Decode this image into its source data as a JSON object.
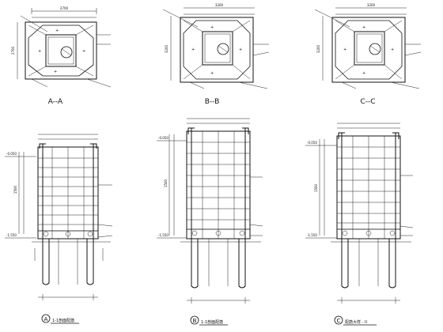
{
  "sections": [
    {
      "id": "A",
      "section_title": "A--A",
      "top_dim": "2700",
      "left_dim": "2700",
      "elevation_label": "1-1剖面配筋",
      "circle_letter": "A",
      "elev_top": "-0.050",
      "elev_bottom": "-1.550",
      "height_dim": "1500"
    },
    {
      "id": "B",
      "section_title": "B--B",
      "top_dim": "3200",
      "left_dim": "3200",
      "elevation_label": "1-1剖面配筋",
      "circle_letter": "B",
      "elev_top": "-0.050",
      "elev_bottom": "-1.550",
      "height_dim": "1500"
    },
    {
      "id": "C",
      "section_title": "C--C",
      "top_dim": "3200",
      "left_dim": "3200",
      "elevation_label": "配筋大样 - II",
      "circle_letter": "C",
      "elev_top": "-0.050",
      "elev_bottom": "-1.550",
      "height_dim": "1500"
    }
  ]
}
